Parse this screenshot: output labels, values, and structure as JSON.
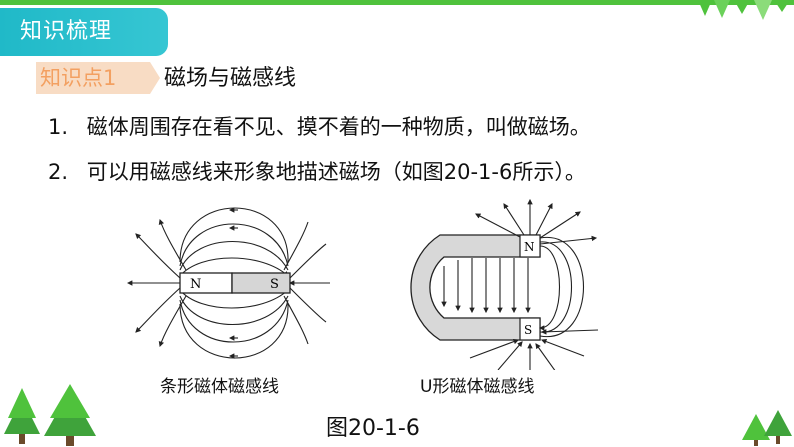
{
  "header": {
    "section_title": "知识梳理"
  },
  "knowledge_point": {
    "label": "知识点1",
    "title": "磁场与磁感线"
  },
  "items": [
    {
      "number": "1.",
      "text": "磁体周围存在看不见、摸不着的一种物质，叫做磁场。"
    },
    {
      "number": "2.",
      "text": "可以用磁感线来形象地描述磁场（如图20-1-6所示）。"
    }
  ],
  "figure": {
    "bar_magnet": {
      "north_label": "N",
      "south_label": "S",
      "caption": "条形磁体磁感线"
    },
    "u_magnet": {
      "north_label": "N",
      "south_label": "S",
      "caption": "U形磁体磁感线"
    },
    "label": "图20-1-6"
  },
  "colors": {
    "accent_teal": "#20b9c8",
    "accent_green": "#4fc23c",
    "tab_peach": "#f8dcc4",
    "tab_text": "#f3a061"
  }
}
